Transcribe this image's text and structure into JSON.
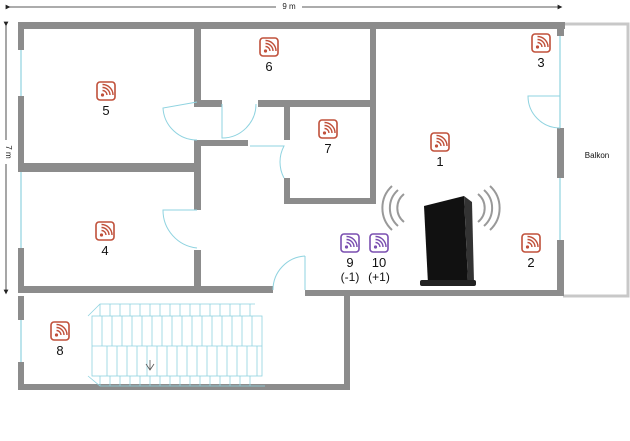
{
  "dimensions": {
    "width_label": "9 m",
    "height_label": "7 m"
  },
  "balcony_label": "Balkon",
  "colors": {
    "wall": "#8c8c8c",
    "glass": "#8fd3e0",
    "ap_red": "#c0503a",
    "ap_purple": "#7a4fb0",
    "router": "#111111"
  },
  "access_points": [
    {
      "id": "1",
      "label": "1",
      "floor": "",
      "color": "red"
    },
    {
      "id": "2",
      "label": "2",
      "floor": "",
      "color": "red"
    },
    {
      "id": "3",
      "label": "3",
      "floor": "",
      "color": "red"
    },
    {
      "id": "4",
      "label": "4",
      "floor": "",
      "color": "red"
    },
    {
      "id": "5",
      "label": "5",
      "floor": "",
      "color": "red"
    },
    {
      "id": "6",
      "label": "6",
      "floor": "",
      "color": "red"
    },
    {
      "id": "7",
      "label": "7",
      "floor": "",
      "color": "red"
    },
    {
      "id": "8",
      "label": "8",
      "floor": "",
      "color": "red"
    },
    {
      "id": "9",
      "label": "9",
      "floor": "(-1)",
      "color": "purple"
    },
    {
      "id": "10",
      "label": "10",
      "floor": "(+1)",
      "color": "purple"
    }
  ],
  "router": {
    "icon": "wifi-router-icon"
  }
}
